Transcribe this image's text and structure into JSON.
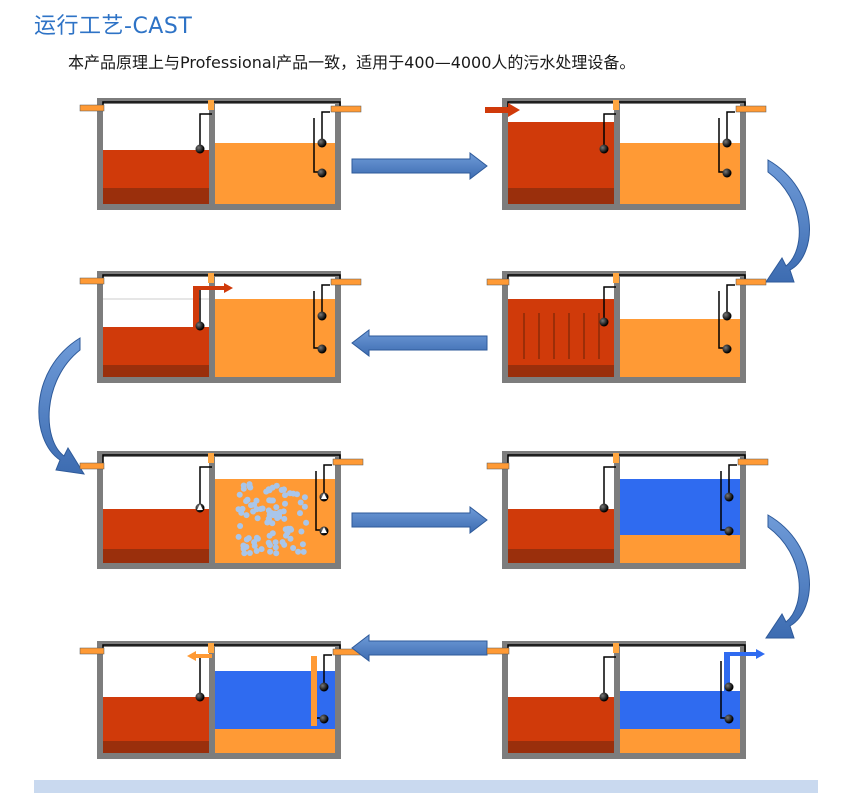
{
  "header": {
    "title": "运行工艺-CAST",
    "description": "本产品原理上与Professional产品一致，适用于400—4000人的污水处理设备。"
  },
  "colors": {
    "sludge": "#d03a0a",
    "sludge_bottom": "#9a2f0c",
    "mixed_liquor": "#ff9a35",
    "clear_water": "#2f6bf0",
    "tank_frame": "#7d7d7d",
    "pipe_orange": "#ff9a35",
    "flow_arrow": "#4a7ac0",
    "footer": "#c9d9ef"
  },
  "stages": [
    {
      "id": 1,
      "step": "initial"
    },
    {
      "id": 2,
      "step": "inflow"
    },
    {
      "id": 3,
      "step": "transfer-to-reactor"
    },
    {
      "id": 4,
      "step": "settling-baffles"
    },
    {
      "id": 5,
      "step": "aeration"
    },
    {
      "id": 6,
      "step": "sedimentation"
    },
    {
      "id": 7,
      "step": "decanting"
    },
    {
      "id": 8,
      "step": "discharge"
    }
  ]
}
